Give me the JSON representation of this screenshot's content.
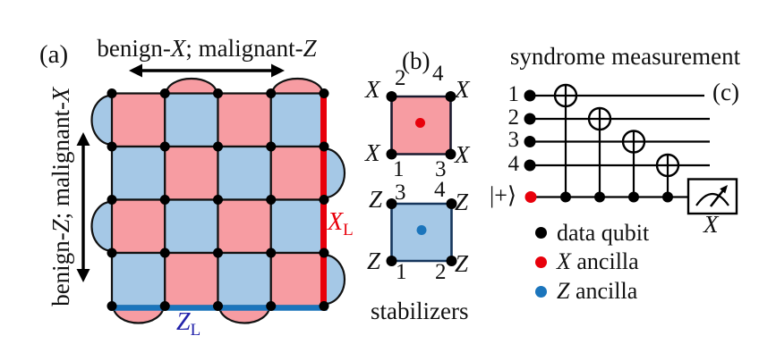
{
  "colors": {
    "pink": "#F79CA2",
    "blue": "#A5C8E6",
    "red": "#E8000B",
    "logical_z_blue": "#1B75BC",
    "z_label_blue": "#2222AA",
    "x_outline": "#1A1A2E",
    "z_outline": "#16365C",
    "black": "#000000"
  },
  "panel_a": {
    "label": "(a)",
    "top_label": {
      "pre": "benign-",
      "x": "X",
      "mid": "; malignant-",
      "z": "Z"
    },
    "left_label": {
      "pre": "benign-",
      "z": "Z",
      "mid": "; malignant-",
      "x": "X"
    },
    "x_logical": {
      "letter": "X",
      "sub": "L"
    },
    "z_logical": {
      "letter": "Z",
      "sub": "L"
    },
    "lattice": {
      "rows": 4,
      "cols": 4,
      "checkerboard": [
        [
          "pink",
          "blue",
          "pink",
          "blue"
        ],
        [
          "blue",
          "pink",
          "blue",
          "pink"
        ],
        [
          "pink",
          "blue",
          "pink",
          "blue"
        ],
        [
          "blue",
          "pink",
          "blue",
          "pink"
        ]
      ],
      "bumps": {
        "top_cols": [
          1,
          3
        ],
        "bottom_cols": [
          0,
          2
        ],
        "left_rows": [
          0,
          2
        ],
        "right_rows": [
          1,
          3
        ],
        "top_color": "pink",
        "bottom_color": "pink",
        "left_color": "blue",
        "right_color": "blue"
      }
    }
  },
  "panel_b": {
    "label": "(b)",
    "caption": "stabilizers",
    "x_stabilizer": {
      "corner_letter": "X",
      "fill": "pink",
      "center_dot": "red",
      "numbers": {
        "tl": "2",
        "tr": "4",
        "bl": "1",
        "br": "3"
      }
    },
    "z_stabilizer": {
      "corner_letter": "Z",
      "fill": "blue",
      "center_dot": "logical_z_blue",
      "numbers": {
        "tl": "3",
        "tr": "4",
        "bl": "1",
        "br": "2"
      }
    }
  },
  "panel_c": {
    "label": "(c)",
    "title": "syndrome measurement",
    "wire_labels": [
      "1",
      "2",
      "3",
      "4"
    ],
    "ancilla_label": "|+⟩",
    "measurement_label": "X",
    "legend": [
      {
        "dot": "black",
        "prefix": "",
        "label": "data qubit"
      },
      {
        "dot": "red",
        "prefix": "X",
        "label": " ancilla"
      },
      {
        "dot": "logical_z_blue",
        "prefix": "Z",
        "label": " ancilla"
      }
    ]
  }
}
